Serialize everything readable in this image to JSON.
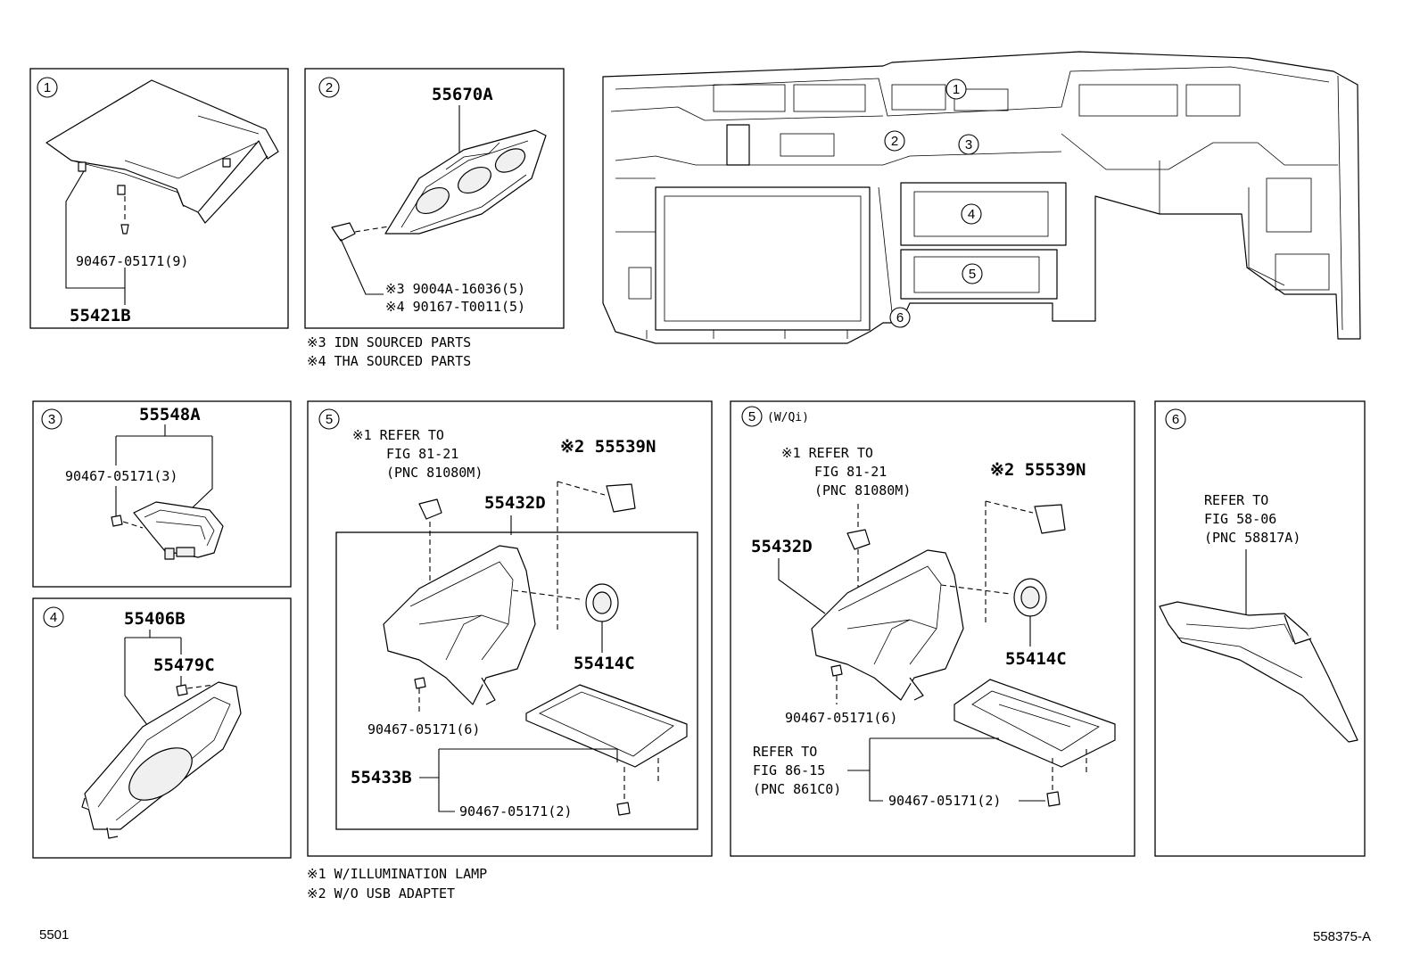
{
  "marks": {
    "one": "1",
    "two": "2",
    "three": "3",
    "four": "4",
    "five": "5",
    "six": "6"
  },
  "panel1": {
    "screw": "90467-05171(9)",
    "part": "55421B"
  },
  "panel2": {
    "part": "55670A",
    "screw_a": "※3 9004A-16036(5)",
    "screw_b": "※4 90167-T0011(5)"
  },
  "notes_top": {
    "n3": "※3 IDN SOURCED PARTS",
    "n4": "※4 THA SOURCED PARTS"
  },
  "panel3": {
    "part": "55548A",
    "screw": "90467-05171(3)"
  },
  "panel4": {
    "part": "55406B",
    "clip": "55479C"
  },
  "panel5": {
    "ref_1": "※1 REFER TO",
    "ref_2": "FIG 81-21",
    "ref_3": "(PNC 81080M)",
    "usb": "※2 55539N",
    "bracket": "55432D",
    "socket": "55414C",
    "screw": "90467-05171(6)",
    "tray": "55433B",
    "tray_screw": "90467-05171(2)"
  },
  "panel5qi": {
    "suffix": "(W/Qi)",
    "ref_1": "※1 REFER TO",
    "ref_2": "FIG 81-21",
    "ref_3": "(PNC 81080M)",
    "usb": "※2 55539N",
    "bracket": "55432D",
    "socket": "55414C",
    "screw": "90467-05171(6)",
    "ref2_1": "REFER TO",
    "ref2_2": "FIG 86-15",
    "ref2_3": "(PNC 861C0)",
    "tray_screw": "90467-05171(2)"
  },
  "panel6": {
    "ref_1": "REFER TO",
    "ref_2": "FIG 58-06",
    "ref_3": "(PNC 58817A)"
  },
  "notes_bottom": {
    "n1": "※1 W/ILLUMINATION LAMP",
    "n2": "※2 W/O USB ADAPTET"
  },
  "footer": {
    "left": "5501",
    "right": "558375-A"
  }
}
